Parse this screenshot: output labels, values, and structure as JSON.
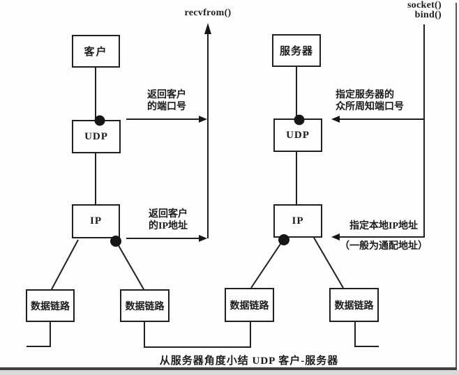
{
  "figure": {
    "caption": "从服务器角度小结 UDP 客户-服务器",
    "ink_color": "#1f1f1f",
    "paper_color": "#fdfdfd"
  },
  "api_calls": {
    "recvfrom": "recvfrom()",
    "socket": "socket()",
    "bind": "bind()"
  },
  "client_stack": {
    "application": "客户",
    "transport": "UDP",
    "network": "IP",
    "datalink_left": "数据链路",
    "datalink_right": "数据链路"
  },
  "server_stack": {
    "application": "服务器",
    "transport": "UDP",
    "network": "IP",
    "datalink_left": "数据链路",
    "datalink_right": "数据链路"
  },
  "annotations": {
    "return_client_port": {
      "line1": "返回客户",
      "line2": "的端口号"
    },
    "return_client_ip": {
      "line1": "返回客户",
      "line2": "的IP地址"
    },
    "well_known_port": {
      "line1": "指定服务器的",
      "line2": "众所周知端口号"
    },
    "local_ip": {
      "line1": "指定本地IP地址",
      "line2": "（一般为通配地址）"
    }
  }
}
